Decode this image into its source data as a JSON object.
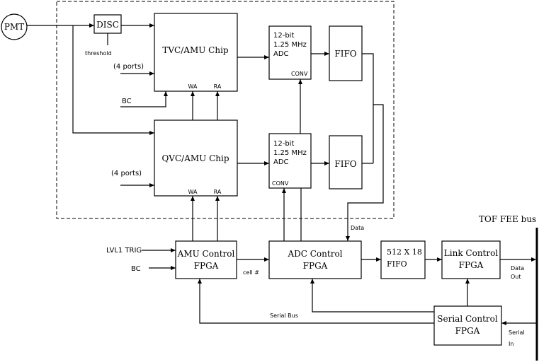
{
  "blocks": {
    "pmt": "PMT",
    "disc": "DISC",
    "tvc_amu": "TVC/AMU Chip",
    "qvc_amu": "QVC/AMU Chip",
    "adc_top": [
      "12-bit",
      "1.25 MHz",
      "ADC"
    ],
    "adc_bottom": [
      "12-bit",
      "1.25 MHz",
      "ADC"
    ],
    "fifo_top": "FIFO",
    "fifo_bottom": "FIFO",
    "amu_control": [
      "AMU Control",
      "FPGA"
    ],
    "adc_control": [
      "ADC Control",
      "FPGA"
    ],
    "fifo_512": [
      "512 X 18",
      "FIFO"
    ],
    "link_control": [
      "Link Control",
      "FPGA"
    ],
    "serial_control": [
      "Serial Control",
      "FPGA"
    ]
  },
  "pins": {
    "wa": "WA",
    "ra": "RA",
    "conv": "CONV"
  },
  "labels": {
    "threshold": "threshold",
    "ports_top": "(4 ports)",
    "ports_bottom": "(4 ports)",
    "bc_top": "BC",
    "bc_bottom": "BC",
    "lvl1_trig": "LVL1 TRIG",
    "cell": "cell #",
    "data": "Data",
    "serial_bus": "Serial Bus",
    "data_out": [
      "Data",
      "Out"
    ],
    "serial_in": [
      "Serial",
      "In"
    ],
    "tof_fee_bus": "TOF FEE bus"
  }
}
